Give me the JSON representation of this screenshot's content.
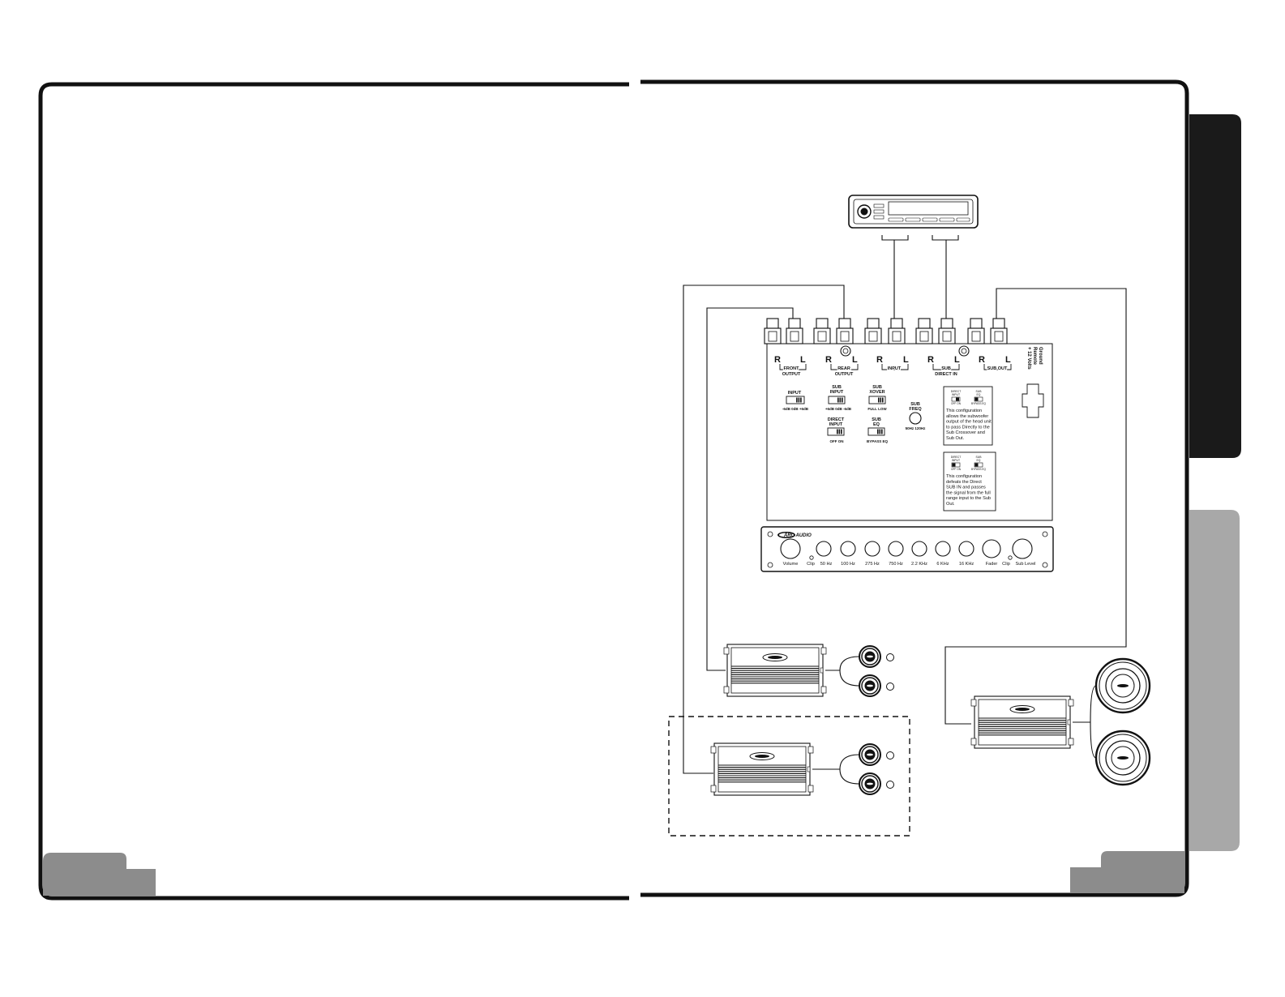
{
  "processor": {
    "brand": "ARC AUDIO",
    "channel_left": "L",
    "channel_right": "R",
    "groups": [
      {
        "id": "front",
        "line1": "FRONT",
        "line2": "OUTPUT"
      },
      {
        "id": "rear",
        "line1": "REAR",
        "line2": "OUTPUT"
      },
      {
        "id": "input",
        "line1": "INPUT",
        "line2": ""
      },
      {
        "id": "subdirect",
        "line1": "SUB",
        "line2": "DIRECT IN"
      },
      {
        "id": "subout",
        "line1": "SUB OUT",
        "line2": ""
      }
    ],
    "power_labels": [
      "+ 12 Volts",
      "Remote",
      "Ground"
    ],
    "switches": [
      {
        "id": "input",
        "title1": "INPUT",
        "title2": "",
        "options": "-6dB  0dB  +6dB"
      },
      {
        "id": "sub-input",
        "title1": "SUB",
        "title2": "INPUT",
        "options": "+6dB  0dB  -6dB"
      },
      {
        "id": "sub-xover",
        "title1": "SUB",
        "title2": "XOVER",
        "options": "FULL  LOW"
      },
      {
        "id": "direct-input",
        "title1": "DIRECT",
        "title2": "INPUT",
        "options": "OFF  ON"
      },
      {
        "id": "sub-eq",
        "title1": "SUB",
        "title2": "EQ",
        "options": "BYPASS  EQ"
      },
      {
        "id": "sub-freq",
        "title1": "SUB",
        "title2": "FREQ",
        "options": "50Hz  120Hz"
      }
    ],
    "notes": [
      {
        "id": "note-1",
        "switch_a": [
          "DIRECT",
          "INPUT",
          "OFF  ON"
        ],
        "switch_b": [
          "SUB",
          "EQ",
          "BYPASS  EQ"
        ],
        "lines": [
          "This configuration",
          "allows the subwoofer",
          "output of the head unit",
          "to pass Directly to the",
          "Sub Crossover and",
          "Sub Out."
        ]
      },
      {
        "id": "note-2",
        "switch_a": [
          "DIRECT",
          "INPUT",
          "OFF  ON"
        ],
        "switch_b": [
          "SUB",
          "EQ",
          "BYPASS  EQ"
        ],
        "lines": [
          "This configuration",
          "defeats the Direct",
          "SUB IN and passes",
          "the signal from the full",
          "range input to the Sub",
          "Out."
        ]
      }
    ],
    "front_panel_labels": [
      "Volume",
      "Clip",
      "50 Hz",
      "100 Hz",
      "275 Hz",
      "750 Hz",
      "2.2 KHz",
      "6 KHz",
      "16 KHz",
      "Fader",
      "Clip",
      "Sub Level"
    ]
  },
  "colors": {
    "frame": "#111111",
    "tab_dark": "#1a1a1a",
    "tab_gray": "#a8a8a8",
    "corner_gray": "#8c8c8c"
  }
}
